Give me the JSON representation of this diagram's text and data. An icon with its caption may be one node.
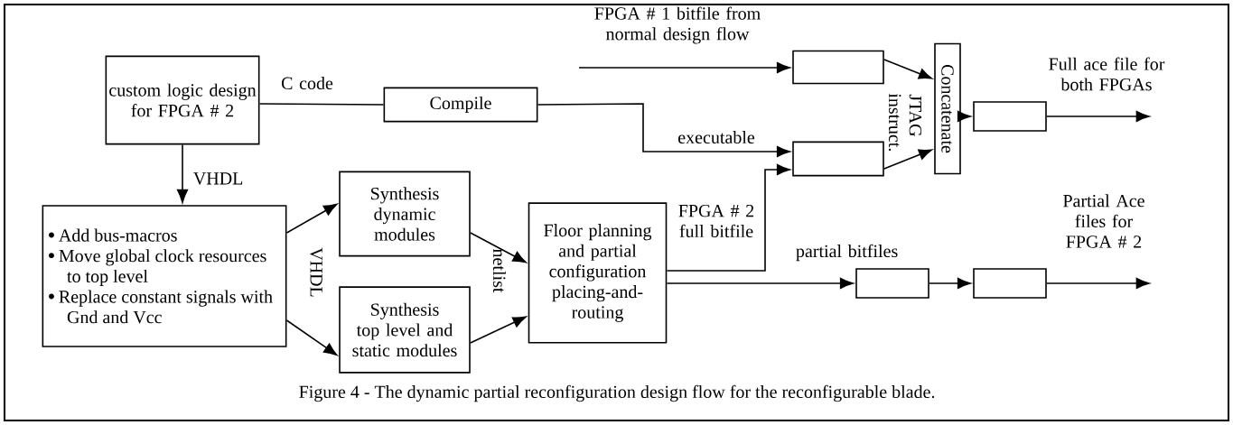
{
  "diagram": {
    "caption": "Figure 4 - The dynamic partial reconfiguration design flow for the reconfigurable blade.",
    "nodes": [
      {
        "text": [
          "custom logic design for FPGA # 2"
        ]
      },
      {
        "text": [
          "Compile"
        ]
      },
      {
        "text": [],
        "shape": "box"
      },
      {
        "text": [],
        "shape": "box"
      },
      {
        "text": [
          "Concatenate"
        ]
      },
      {
        "text": [],
        "shape": "box"
      },
      {
        "text": [
          "Add bus-macros",
          "Move global clock resources to top level",
          "Replace constant signals with Gnd and Vcc"
        ]
      },
      {
        "text": [
          "Synthesis dynamic modules"
        ]
      },
      {
        "text": [
          "Synthesis top level and static modules"
        ]
      },
      {
        "text": [
          "Floor planning and partial configuration placing-and-routing"
        ]
      },
      {
        "text": [],
        "shape": "box"
      },
      {
        "text": [],
        "shape": "box"
      }
    ],
    "edges": [
      {
        "from": 0,
        "to": 1,
        "arrow": "none",
        "label": "C code"
      },
      {
        "from": 1,
        "to": 3,
        "arrow": "to",
        "label": "executable"
      },
      {
        "from": null,
        "to": 2,
        "arrow": "to",
        "label": "FPGA # 1 bitfile from normal design flow"
      },
      {
        "from": 2,
        "to": 4,
        "arrow": "to"
      },
      {
        "from": 3,
        "to": 4,
        "arrow": "to"
      },
      {
        "from": 4,
        "to": 5,
        "arrow": "to"
      },
      {
        "from": 5,
        "to": null,
        "arrow": "to",
        "label": "Full ace file for both FPGAs"
      },
      {
        "from": 0,
        "to": 6,
        "arrow": "to",
        "label": "VHDL"
      },
      {
        "from": 6,
        "to": 7,
        "arrow": "to"
      },
      {
        "from": 6,
        "to": 8,
        "arrow": "to"
      },
      {
        "from": 7,
        "to": 9,
        "arrow": "to"
      },
      {
        "from": 8,
        "to": 9,
        "arrow": "to"
      },
      {
        "from": 9,
        "to": 3,
        "arrow": "to",
        "label": "FPGA # 2 full bitfile"
      },
      {
        "from": 9,
        "to": 10,
        "arrow": "to",
        "label": "partial bitfiles"
      },
      {
        "from": 10,
        "to": 11,
        "arrow": "to"
      },
      {
        "from": 11,
        "to": null,
        "arrow": "to",
        "label": "Partial Ace files for FPGA # 2"
      }
    ],
    "labels": [
      "JTAG instruct.",
      "VHDL",
      "netlist"
    ]
  }
}
